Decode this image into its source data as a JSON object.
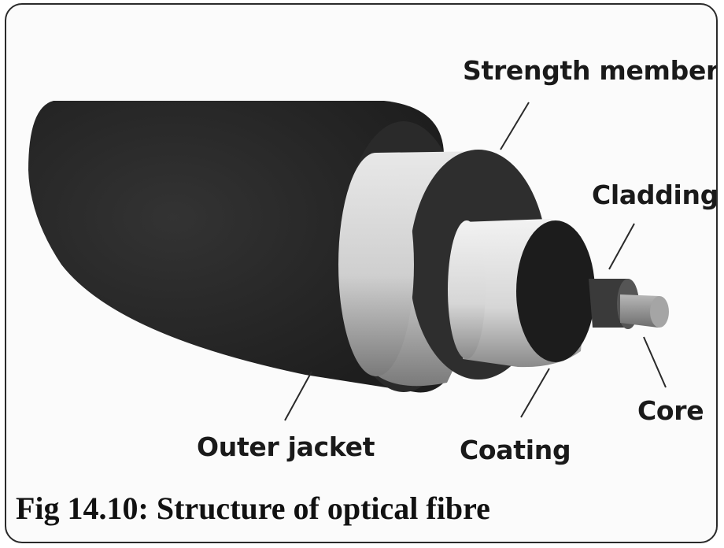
{
  "labels": {
    "strength_member": "Strength member",
    "cladding": "Cladding",
    "core": "Core",
    "coating": "Coating",
    "outer_jacket": "Outer jacket"
  },
  "caption": "Fig 14.10: Structure of optical fibre",
  "colors": {
    "outer_jacket": "#262626",
    "strength_member": "#d9d9d9",
    "coating_face": "#1c1c1c",
    "coating_body": "#e6e6e6",
    "cladding": "#3a3a3a",
    "core": "#9a9a9a",
    "leader_line": "#2a2a2a"
  }
}
